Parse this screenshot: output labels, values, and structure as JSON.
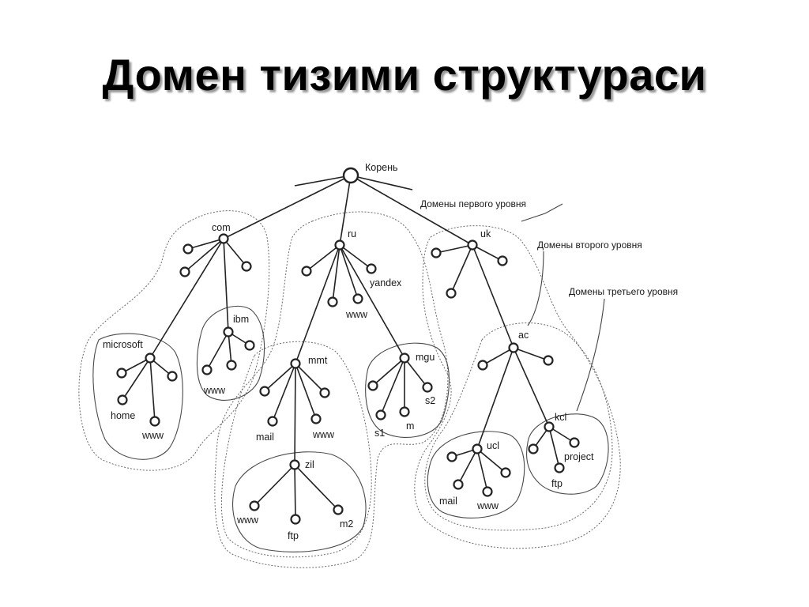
{
  "title": "Домен тизими структураси",
  "callouts": {
    "first_level": "Домены первого уровня",
    "second_level": "Домены второго уровня",
    "third_level": "Домены третьего уровня"
  },
  "labels": {
    "root": "Корень",
    "com": "com",
    "ru": "ru",
    "uk": "uk",
    "microsoft": "microsoft",
    "ibm": "ibm",
    "home": "home",
    "ms_www": "www",
    "ibm_www": "www",
    "yandex": "yandex",
    "ru_www": "www",
    "mmt": "mmt",
    "mmt_mail": "mail",
    "mmt_www": "www",
    "mgu": "mgu",
    "s1": "s1",
    "m": "m",
    "s2": "s2",
    "zil": "zil",
    "zil_www": "www",
    "zil_ftp": "ftp",
    "m2": "m2",
    "ac": "ac",
    "ucl": "ucl",
    "ucl_mail": "mail",
    "ucl_www": "www",
    "kcl": "kcl",
    "project": "project",
    "kcl_ftp": "ftp"
  }
}
